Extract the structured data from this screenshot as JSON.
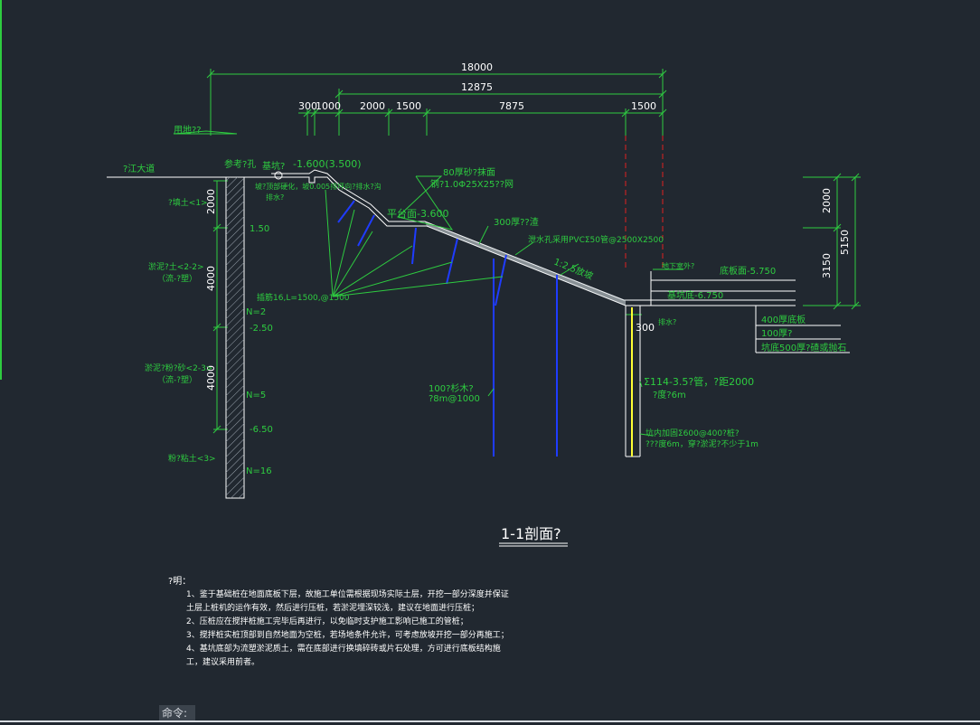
{
  "dims": {
    "d18000": "18000",
    "d12875": "12875",
    "d300": "300",
    "d1000": "1000",
    "d2000": "2000",
    "d1500a": "1500",
    "d7875": "7875",
    "d1500b": "1500",
    "v2000": "2000",
    "v3150": "3150",
    "v5150": "5150",
    "pile2000": "2000",
    "pile4000a": "4000",
    "pile4000b": "4000",
    "w300": "300"
  },
  "labels": {
    "yongdi": "用地??",
    "road": "?江大道",
    "refhole": "参考?孔",
    "jikeng": "基坑?",
    "elev_top": "-1.600(3.500)",
    "slope_top_note": "坡?顶部硬化，坡0.005排坪向?排水?沟",
    "paishui": "排水?",
    "mianceng": "80厚砂?抹面",
    "gangjinwang": "钢?1.0Φ25X25??网",
    "pingtai": "平台面-3.600",
    "houceng300": "300厚??渣",
    "pvc": "泄水孔采用PVCΣ50管@2500X2500",
    "slope_ratio": "1:2.5放坡",
    "dixiashi": "地下室外?",
    "dibanmian": "底板面-5.750",
    "jikengdi": "基坑底-6.750",
    "paishuigou": "排水?",
    "dibang400": "400厚底板",
    "c100": "100厚?",
    "kengdi500": "坑底500厚?碴或抛石",
    "tuding": "插筋16,L=1500,@1500",
    "muzhuang": "100?杉木?",
    "muzhuang2": "?8m@1000",
    "steelpipe1": "Σ114-3.5?管，?距2000",
    "steelpipe2": "?度?6m",
    "neijia1": "坑内加固Σ600@400?桩?",
    "neijia2": "???度6m，穿?淤泥?不少于1m",
    "soil1": "?填土<1>",
    "soil2a": "淤泥?土<2-2>",
    "soil2b": "（流-?塑）",
    "soil3a": "淤泥?粉?砂<2-3>",
    "soil3b": "（流-?塑）",
    "soil4": "粉?粘土<3>",
    "lv1": "1.50",
    "lv2": "-2.50",
    "lv3": "-6.50",
    "n1": "N=2",
    "n2": "N=5",
    "n3": "N=16"
  },
  "title": "1-1剖面?",
  "notes": {
    "heading": "?明：",
    "items": [
      "1、鉴于基础桩在地面底板下层，故施工单位需根据现场实际土层，开挖一部分深度并保证土层上桩机的运作有效，然后进行压桩，若淤泥埋深较浅，建议在地面进行压桩；",
      "2、压桩应在搅拌桩施工完毕后再进行，以免临时支护施工影响已施工的管桩；",
      "3、搅拌桩实桩顶部到自然地面为空桩，若场地条件允许，可考虑放坡开挖一部分再施工；",
      "4、基坑底部为流塑淤泥质土，需在底部进行换填碎砖或片石处理，方可进行底板结构施工，建议采用前者。"
    ]
  },
  "command": "命令:",
  "colors": {
    "bg": "#212830",
    "line": "#ffffff",
    "dim": "#2ecc40",
    "text": "#2ecc40",
    "nail": "#1f3cff",
    "axis": "#e02020",
    "pile": "#ffff33"
  }
}
